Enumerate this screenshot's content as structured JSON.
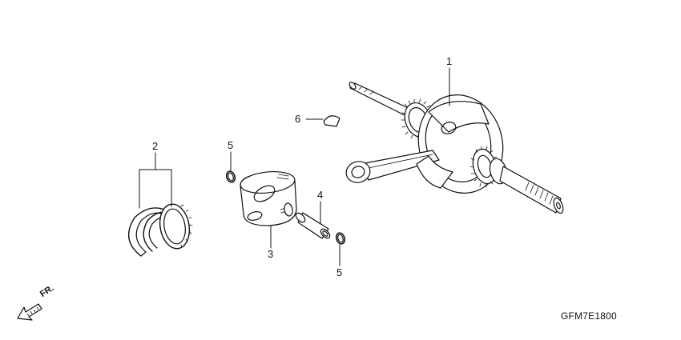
{
  "diagram_code": "GFM7E1800",
  "direction_label": "FR.",
  "parts": [
    {
      "number": "1",
      "name": "crankshaft"
    },
    {
      "number": "2",
      "name": "piston-ring-set"
    },
    {
      "number": "3",
      "name": "piston"
    },
    {
      "number": "4",
      "name": "piston-pin"
    },
    {
      "number": "5",
      "name": "piston-pin-clip"
    },
    {
      "number": "6",
      "name": "woodruff-key"
    }
  ],
  "callouts": {
    "c1": "1",
    "c2": "2",
    "c3": "3",
    "c4": "4",
    "c5a": "5",
    "c5b": "5",
    "c6": "6"
  },
  "icons": [
    "front-direction-arrow-icon"
  ]
}
